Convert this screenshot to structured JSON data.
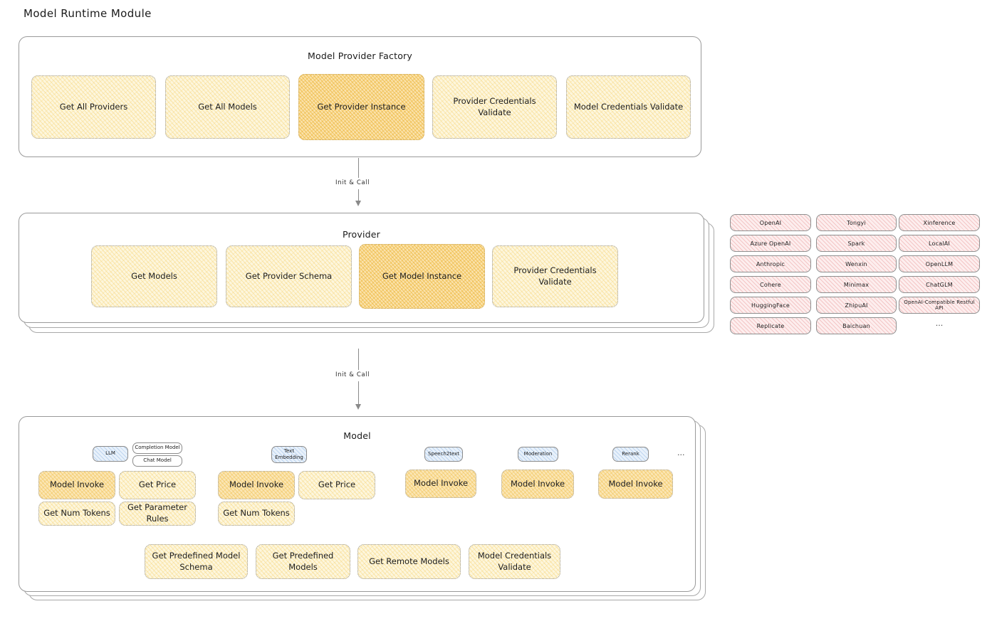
{
  "page": {
    "title": "Model Runtime Module"
  },
  "factory": {
    "title": "Model Provider Factory",
    "nodes": [
      {
        "label": "Get All Providers",
        "highlighted": false
      },
      {
        "label": "Get All Models",
        "highlighted": false
      },
      {
        "label": "Get Provider Instance",
        "highlighted": true
      },
      {
        "label": "Provider Credentials Validate",
        "highlighted": false
      },
      {
        "label": "Model Credentials Validate",
        "highlighted": false
      }
    ]
  },
  "arrows": [
    {
      "label": "Init & Call"
    },
    {
      "label": "Init & Call"
    }
  ],
  "provider": {
    "title": "Provider",
    "nodes": [
      {
        "label": "Get Models",
        "highlighted": false
      },
      {
        "label": "Get Provider Schema",
        "highlighted": false
      },
      {
        "label": "Get Model Instance",
        "highlighted": true
      },
      {
        "label": "Provider Credentials Validate",
        "highlighted": false
      }
    ]
  },
  "provider_tags": {
    "columns": [
      [
        "OpenAI",
        "Azure OpenAI",
        "Anthropic",
        "Cohere",
        "HuggingFace",
        "Replicate"
      ],
      [
        "Tongyi",
        "Spark",
        "Wenxin",
        "Minimax",
        "ZhipuAI",
        "Baichuan"
      ],
      [
        "Xinference",
        "LocalAI",
        "OpenLLM",
        "ChatGLM",
        "OpenAI-Compatible Restful API"
      ]
    ],
    "more": "..."
  },
  "model": {
    "title": "Model",
    "more": "...",
    "types": [
      {
        "badge": "LLM",
        "sub_badges": [
          "Completion Model",
          "Chat Model"
        ],
        "methods_row1": [
          {
            "label": "Model Invoke",
            "highlighted": true
          },
          {
            "label": "Get Price",
            "highlighted": false
          }
        ],
        "methods_row2": [
          {
            "label": "Get Num Tokens",
            "highlighted": false
          },
          {
            "label": "Get Parameter Rules",
            "highlighted": false
          }
        ]
      },
      {
        "badge": "Text Embedding",
        "sub_badges": [],
        "methods_row1": [
          {
            "label": "Model Invoke",
            "highlighted": true
          },
          {
            "label": "Get Price",
            "highlighted": false
          }
        ],
        "methods_row2": [
          {
            "label": "Get Num Tokens",
            "highlighted": false
          }
        ]
      },
      {
        "badge": "Speech2text",
        "sub_badges": [],
        "methods_row1": [
          {
            "label": "Model Invoke",
            "highlighted": true
          }
        ],
        "methods_row2": []
      },
      {
        "badge": "Moderation",
        "sub_badges": [],
        "methods_row1": [
          {
            "label": "Model Invoke",
            "highlighted": true
          }
        ],
        "methods_row2": []
      },
      {
        "badge": "Rerank",
        "sub_badges": [],
        "methods_row1": [
          {
            "label": "Model Invoke",
            "highlighted": true
          }
        ],
        "methods_row2": []
      }
    ],
    "shared_methods": [
      {
        "label": "Get Predefined Model Schema"
      },
      {
        "label": "Get Predefined Models"
      },
      {
        "label": "Get Remote Models"
      },
      {
        "label": "Model Credentials Validate"
      }
    ]
  },
  "colors": {
    "amber_light": "#fdf6dd",
    "amber_strong": "#fbe3ad",
    "pink": "#fdeeee",
    "blue": "#e8f1fb",
    "stroke": "#9a9a9a"
  }
}
